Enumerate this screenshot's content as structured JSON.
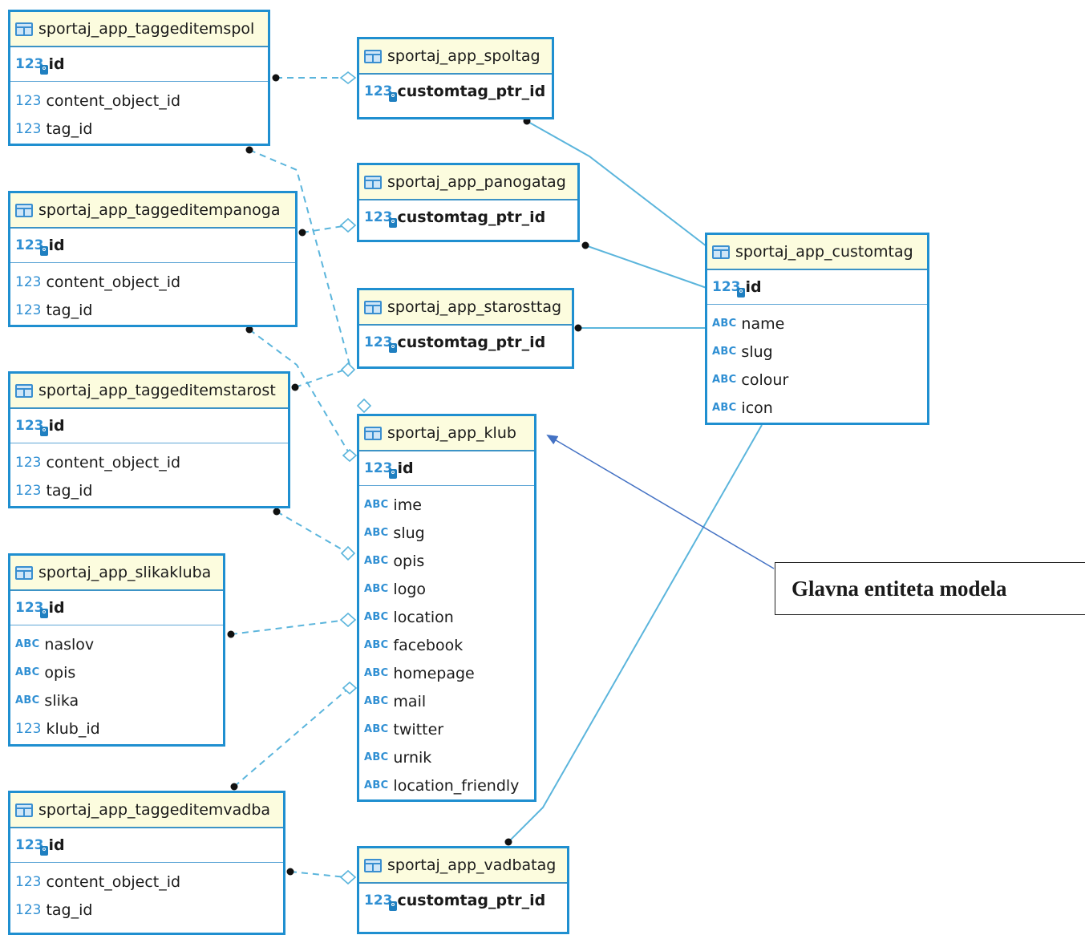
{
  "tables": {
    "taggeditemspol": {
      "name": "sportaj_app_taggeditemspol",
      "pk": "id",
      "columns": [
        {
          "type": "123",
          "name": "content_object_id"
        },
        {
          "type": "123",
          "name": "tag_id"
        }
      ]
    },
    "spoltag": {
      "name": "sportaj_app_spoltag",
      "pk": "customtag_ptr_id",
      "columns": []
    },
    "taggeditempanoga": {
      "name": "sportaj_app_taggeditempanoga",
      "pk": "id",
      "columns": [
        {
          "type": "123",
          "name": "content_object_id"
        },
        {
          "type": "123",
          "name": "tag_id"
        }
      ]
    },
    "panogatag": {
      "name": "sportaj_app_panogatag",
      "pk": "customtag_ptr_id",
      "columns": []
    },
    "customtag": {
      "name": "sportaj_app_customtag",
      "pk": "id",
      "columns": [
        {
          "type": "ABC",
          "name": "name"
        },
        {
          "type": "ABC",
          "name": "slug"
        },
        {
          "type": "ABC",
          "name": "colour"
        },
        {
          "type": "ABC",
          "name": "icon"
        }
      ]
    },
    "starosttag": {
      "name": "sportaj_app_starosttag",
      "pk": "customtag_ptr_id",
      "columns": []
    },
    "taggeditemstarost": {
      "name": "sportaj_app_taggeditemstarost",
      "pk": "id",
      "columns": [
        {
          "type": "123",
          "name": "content_object_id"
        },
        {
          "type": "123",
          "name": "tag_id"
        }
      ]
    },
    "klub": {
      "name": "sportaj_app_klub",
      "pk": "id",
      "columns": [
        {
          "type": "ABC",
          "name": "ime"
        },
        {
          "type": "ABC",
          "name": "slug"
        },
        {
          "type": "ABC",
          "name": "opis"
        },
        {
          "type": "ABC",
          "name": "logo"
        },
        {
          "type": "ABC",
          "name": "location"
        },
        {
          "type": "ABC",
          "name": "facebook"
        },
        {
          "type": "ABC",
          "name": "homepage"
        },
        {
          "type": "ABC",
          "name": "mail"
        },
        {
          "type": "ABC",
          "name": "twitter"
        },
        {
          "type": "ABC",
          "name": "urnik"
        },
        {
          "type": "ABC",
          "name": "location_friendly"
        }
      ]
    },
    "slikakluba": {
      "name": "sportaj_app_slikakluba",
      "pk": "id",
      "columns": [
        {
          "type": "ABC",
          "name": "naslov"
        },
        {
          "type": "ABC",
          "name": "opis"
        },
        {
          "type": "ABC",
          "name": "slika"
        },
        {
          "type": "123",
          "name": "klub_id"
        }
      ]
    },
    "taggeditemvadba": {
      "name": "sportaj_app_taggeditemvadba",
      "pk": "id",
      "columns": [
        {
          "type": "123",
          "name": "content_object_id"
        },
        {
          "type": "123",
          "name": "tag_id"
        }
      ]
    },
    "vadbatag": {
      "name": "sportaj_app_vadbatag",
      "pk": "customtag_ptr_id",
      "columns": []
    }
  },
  "relations": [
    {
      "from": "taggeditemspol",
      "to": "spoltag",
      "style": "dashed"
    },
    {
      "from": "taggeditemspol",
      "to": "klub",
      "style": "dashed"
    },
    {
      "from": "taggeditempanoga",
      "to": "panogatag",
      "style": "dashed"
    },
    {
      "from": "taggeditempanoga",
      "to": "klub",
      "style": "dashed"
    },
    {
      "from": "taggeditemstarost",
      "to": "starosttag",
      "style": "dashed"
    },
    {
      "from": "taggeditemstarost",
      "to": "klub",
      "style": "dashed"
    },
    {
      "from": "slikakluba",
      "to": "klub",
      "style": "dashed"
    },
    {
      "from": "taggeditemvadba",
      "to": "klub",
      "style": "dashed"
    },
    {
      "from": "taggeditemvadba",
      "to": "vadbatag",
      "style": "dashed"
    },
    {
      "from": "spoltag",
      "to": "customtag",
      "style": "solid"
    },
    {
      "from": "panogatag",
      "to": "customtag",
      "style": "solid"
    },
    {
      "from": "starosttag",
      "to": "customtag",
      "style": "solid"
    },
    {
      "from": "vadbatag",
      "to": "customtag",
      "style": "solid"
    }
  ],
  "annotation": {
    "text": "Glavna entiteta modela",
    "target": "klub"
  },
  "colors": {
    "border": "#1f8fd0",
    "header": "#fcfcde",
    "link": "#5bb5dc",
    "arrow": "#4472c4"
  }
}
